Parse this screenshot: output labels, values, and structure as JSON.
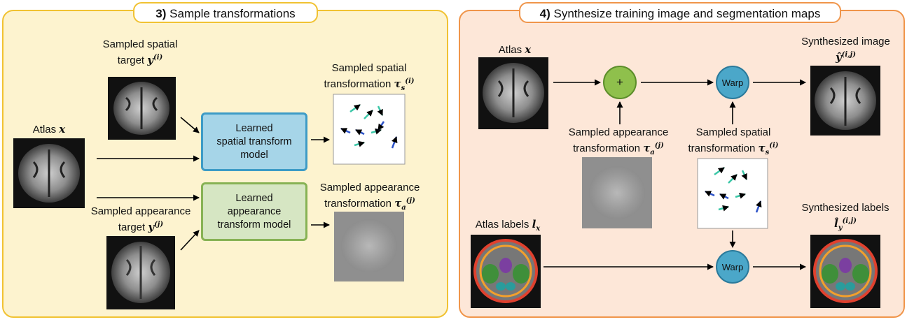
{
  "panel3": {
    "title_num": "3)",
    "title_text": "Sample transformations",
    "spatial_target": {
      "line1": "Sampled spatial",
      "line2": "target ",
      "var": "y",
      "sup": "(i)"
    },
    "atlas": {
      "text": "Atlas ",
      "var": "x"
    },
    "appearance_target": {
      "line1": "Sampled appearance",
      "line2": "target ",
      "var": "y",
      "sup": "(j)"
    },
    "spatial_model": [
      "Learned",
      "spatial transform",
      "model"
    ],
    "appearance_model": [
      "Learned",
      "appearance",
      "transform model"
    ],
    "spatial_transform": {
      "line1": "Sampled spatial",
      "line2": "transformation ",
      "var": "τ",
      "sub": "s",
      "sup": "(i)"
    },
    "appearance_transform": {
      "line1": "Sampled appearance",
      "line2": "transformation ",
      "var": "τ",
      "sub": "a",
      "sup": "(j)"
    }
  },
  "panel4": {
    "title_num": "4)",
    "title_text": "Synthesize training image and segmentation maps",
    "atlas": {
      "text": "Atlas ",
      "var": "x"
    },
    "plus_symbol": "+",
    "warp_label": "Warp",
    "appearance_transform": {
      "line1": "Sampled appearance",
      "line2": "transformation ",
      "var": "τ",
      "sub": "a",
      "sup": "(j)"
    },
    "spatial_transform": {
      "line1": "Sampled spatial",
      "line2": "transformation ",
      "var": "τ",
      "sub": "s",
      "sup": "(i)"
    },
    "synth_image": {
      "line1": "Synthesized image",
      "var": "ŷ",
      "sup": "(i,j)"
    },
    "atlas_labels": {
      "text": "Atlas labels ",
      "var": "l",
      "sub": "x"
    },
    "synth_labels": {
      "line1": "Synthesized labels",
      "var": "l̂",
      "sub": "y",
      "sup": "(i,j)"
    }
  },
  "colors": {
    "panel3_bg": "#fdf3cf",
    "panel3_border": "#f1c232",
    "panel4_bg": "#fde7d8",
    "panel4_border": "#f0954a",
    "spatial_box": "#a6d5e8",
    "appearance_box": "#d6e6c3",
    "warp": "#4ba7c9",
    "plus": "#8fc04c"
  }
}
